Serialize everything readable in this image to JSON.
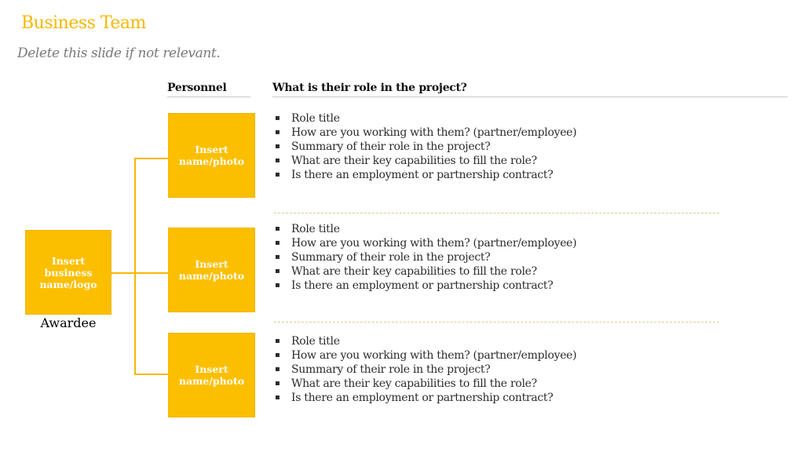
{
  "header": {
    "title": "Business Team",
    "subtitle": "Delete this slide if not relevant."
  },
  "columns": {
    "personnel": "Personnel",
    "role": "What is their role in the project?"
  },
  "business_box": {
    "label_lines": [
      "Insert",
      "business",
      "name/logo"
    ],
    "caption": "Awardee"
  },
  "people": [
    {
      "photo_lines": [
        "Insert",
        "name/photo"
      ],
      "bullets": [
        "Role title",
        "How are you working with them? (partner/employee)",
        "Summary of their role in the project?",
        "What are their key capabilities to fill the role?",
        "Is there an employment or partnership contract?"
      ]
    },
    {
      "photo_lines": [
        "Insert",
        "name/photo"
      ],
      "bullets": [
        "Role title",
        "How are you working with them? (partner/employee)",
        "Summary of their role in the project?",
        "What are their key capabilities to fill the role?",
        "Is there an employment or partnership contract?"
      ]
    },
    {
      "photo_lines": [
        "Insert",
        "name/photo"
      ],
      "bullets": [
        "Role title",
        "How are you working with them? (partner/employee)",
        "Summary of their role in the project?",
        "What are their key capabilities to fill the role?",
        "Is there an employment or partnership contract?"
      ]
    }
  ],
  "bullet_glyph": "▪",
  "colors": {
    "accent": "#f5b800",
    "box_fill": "#fcbf00",
    "subtitle": "#7a7a7a"
  }
}
